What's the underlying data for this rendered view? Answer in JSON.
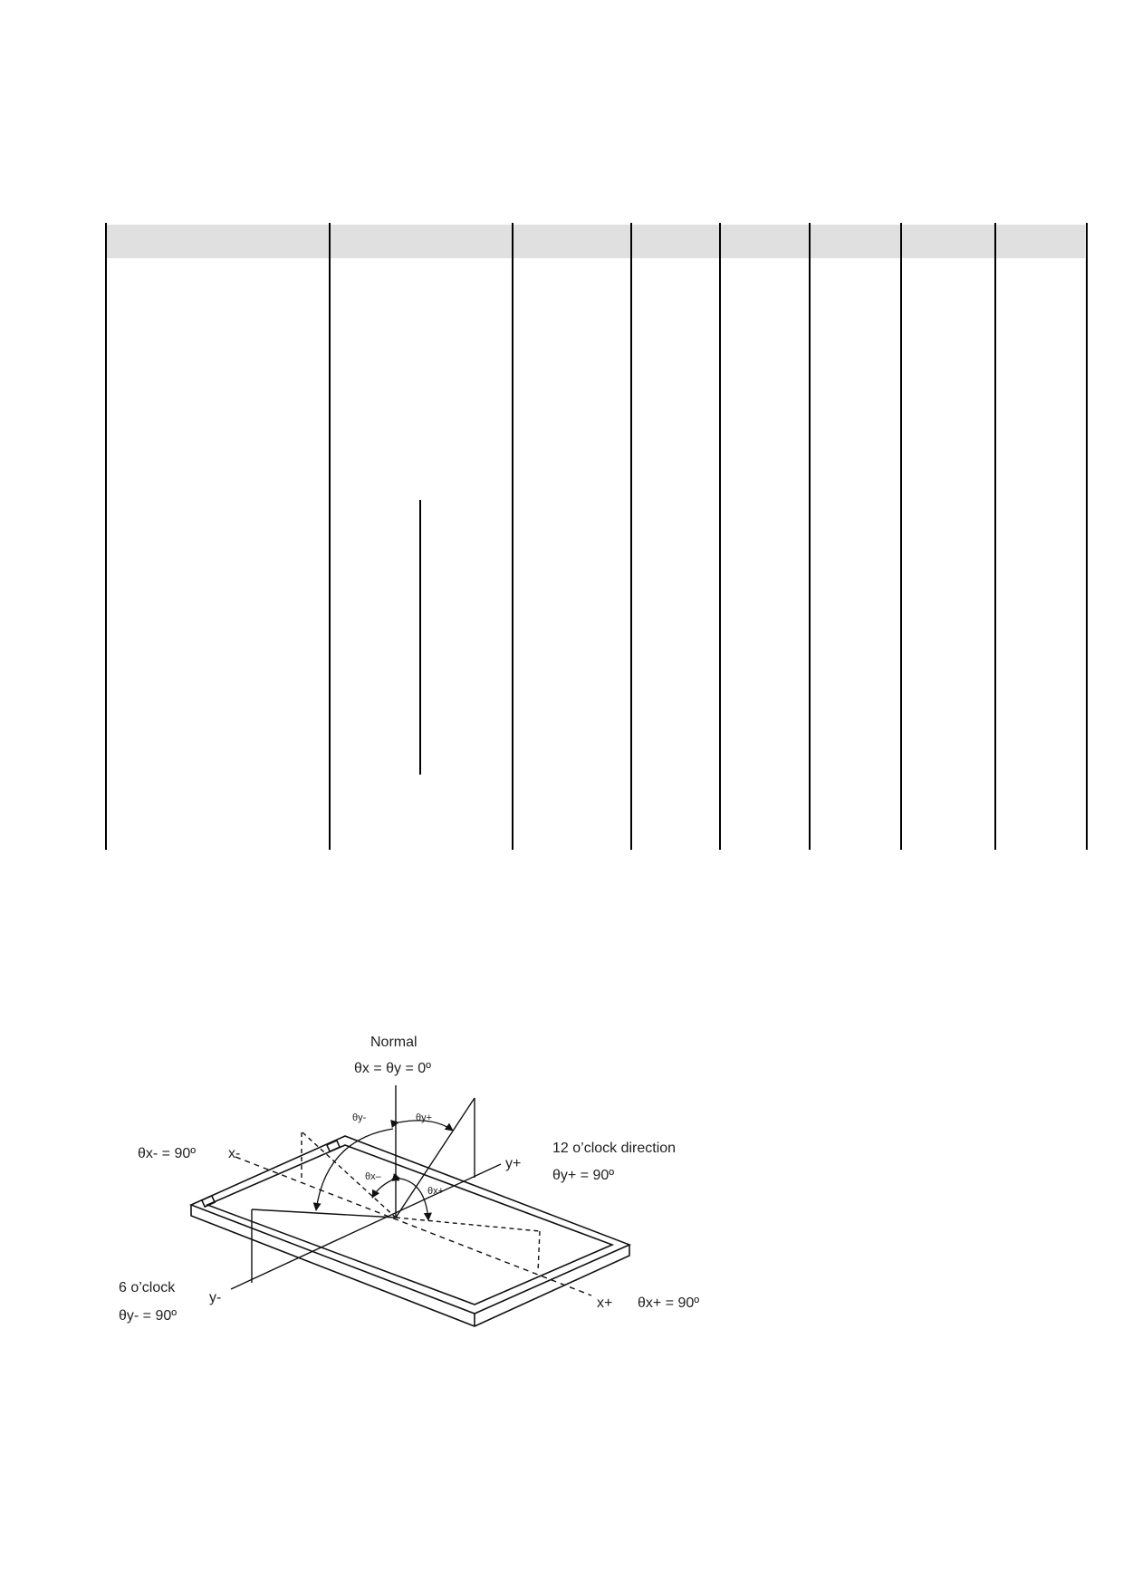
{
  "table": {
    "header_fill": "#e0e0e0"
  },
  "diagram": {
    "normal": "Normal",
    "normal_eq": "θx = θy = 0º",
    "theta_y_minus_label": "θy-",
    "theta_y_plus_label": "θy+",
    "theta_x_minus_eq": "θx- = 90º",
    "x_minus": "x-",
    "twelve_oclock": "12 o’clock direction",
    "theta_y_plus_eq": "θy+ = 90º",
    "y_plus": "y+",
    "theta_x_minus_label": "θx–",
    "theta_x_plus_label": "θx+",
    "six_oclock": "6 o’clock",
    "theta_y_minus_eq": "θy- = 90º",
    "y_minus": "y-",
    "x_plus": "x+",
    "theta_x_plus_eq": "θx+ = 90º"
  }
}
